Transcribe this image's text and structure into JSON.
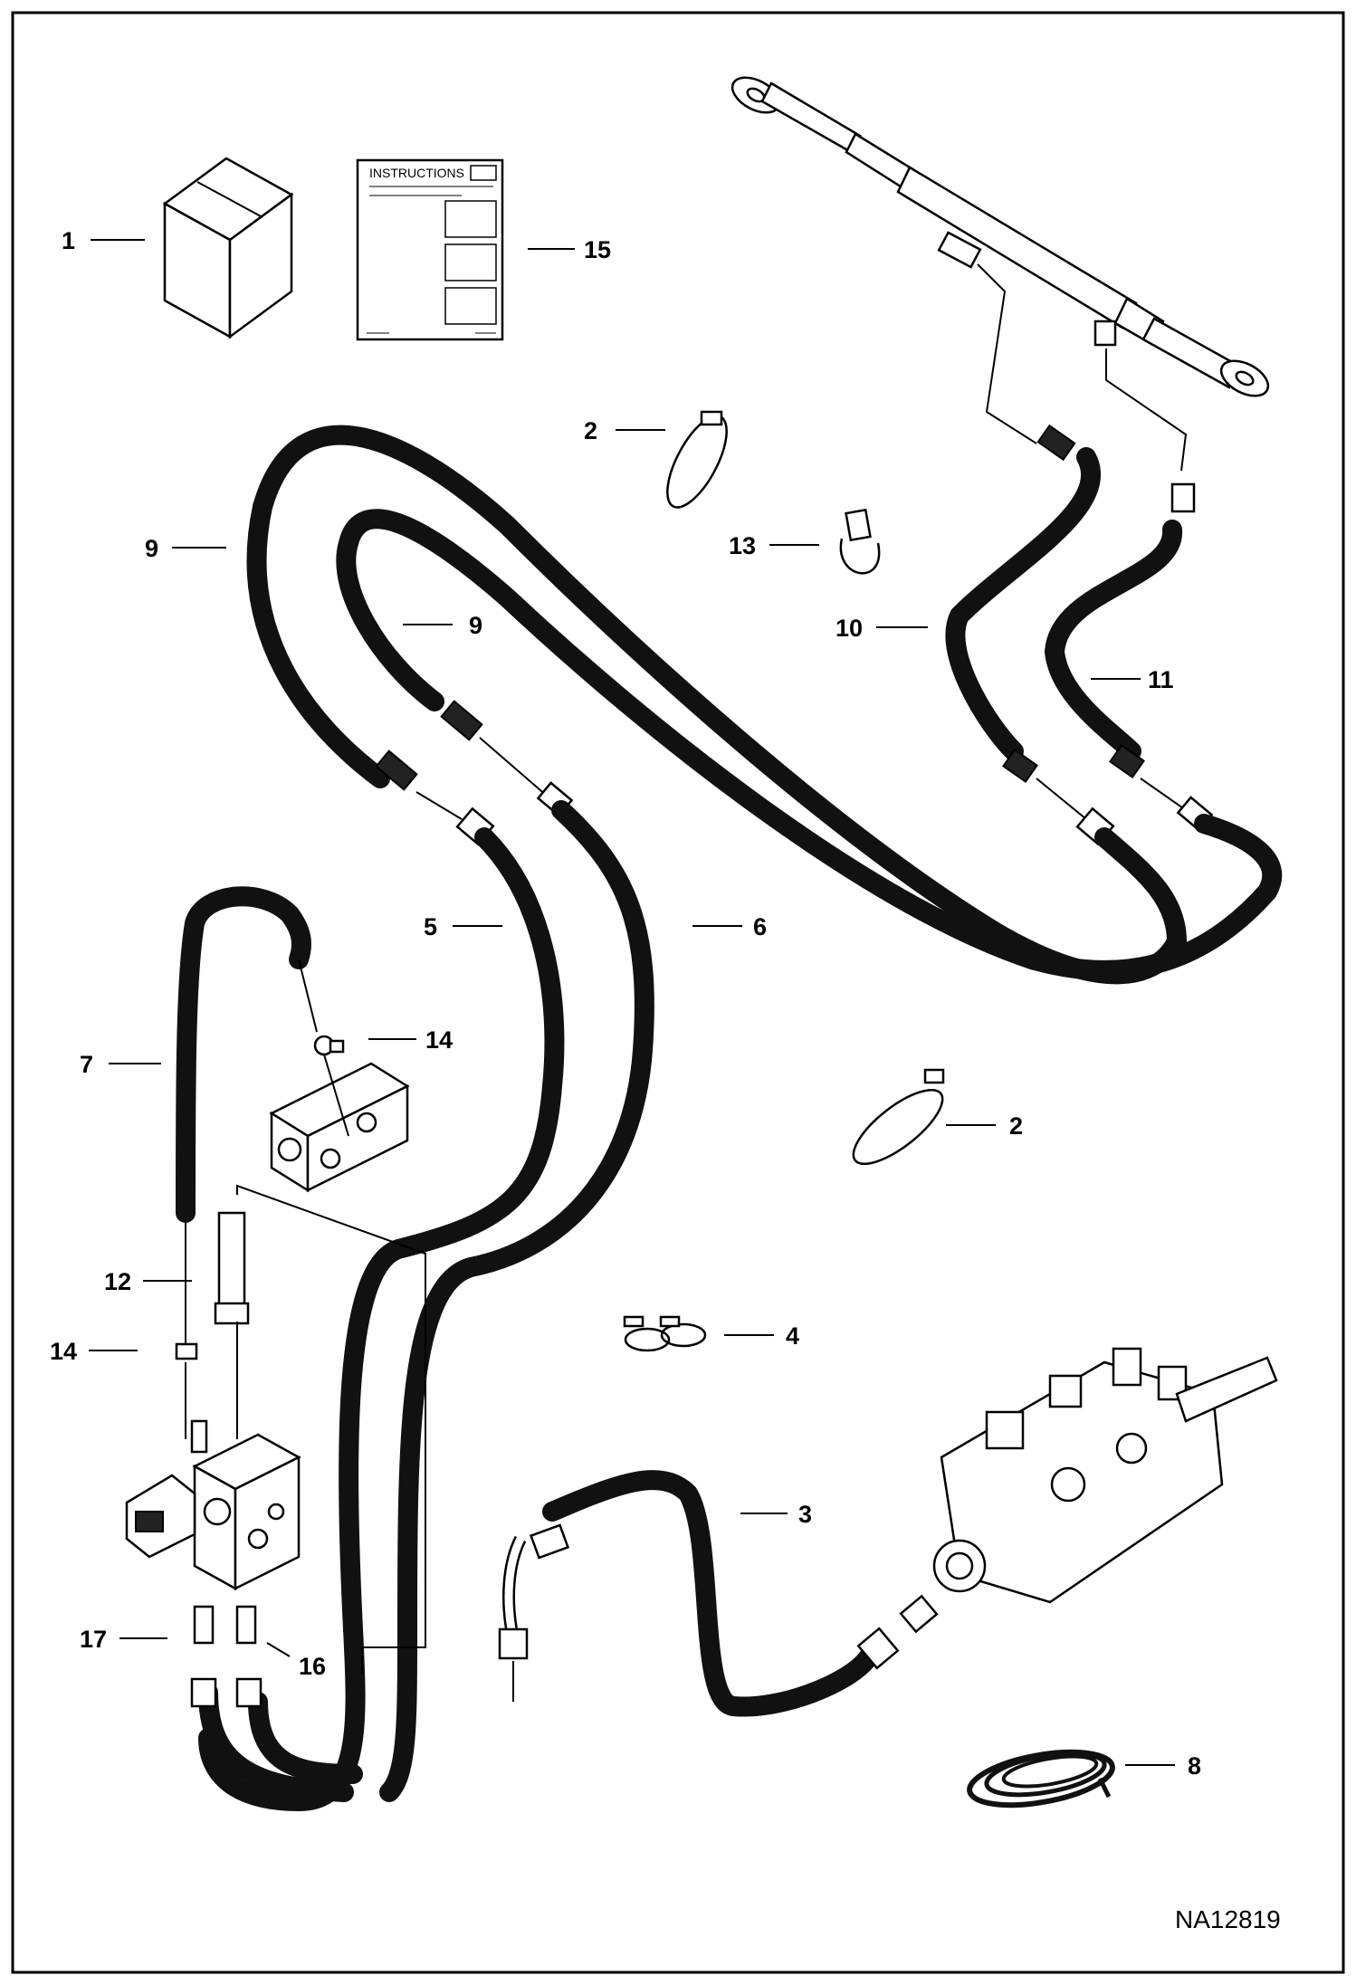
{
  "figure_id": "NA12819",
  "instructions_label": "INSTRUCTIONS",
  "callouts": {
    "c1": "1",
    "c15": "15",
    "c2a": "2",
    "c2b": "2",
    "c13": "13",
    "c9a": "9",
    "c9b": "9",
    "c10": "10",
    "c11": "11",
    "c5": "5",
    "c6": "6",
    "c7": "7",
    "c14a": "14",
    "c14b": "14",
    "c12": "12",
    "c4": "4",
    "c3": "3",
    "c17": "17",
    "c16": "16",
    "c8": "8"
  }
}
